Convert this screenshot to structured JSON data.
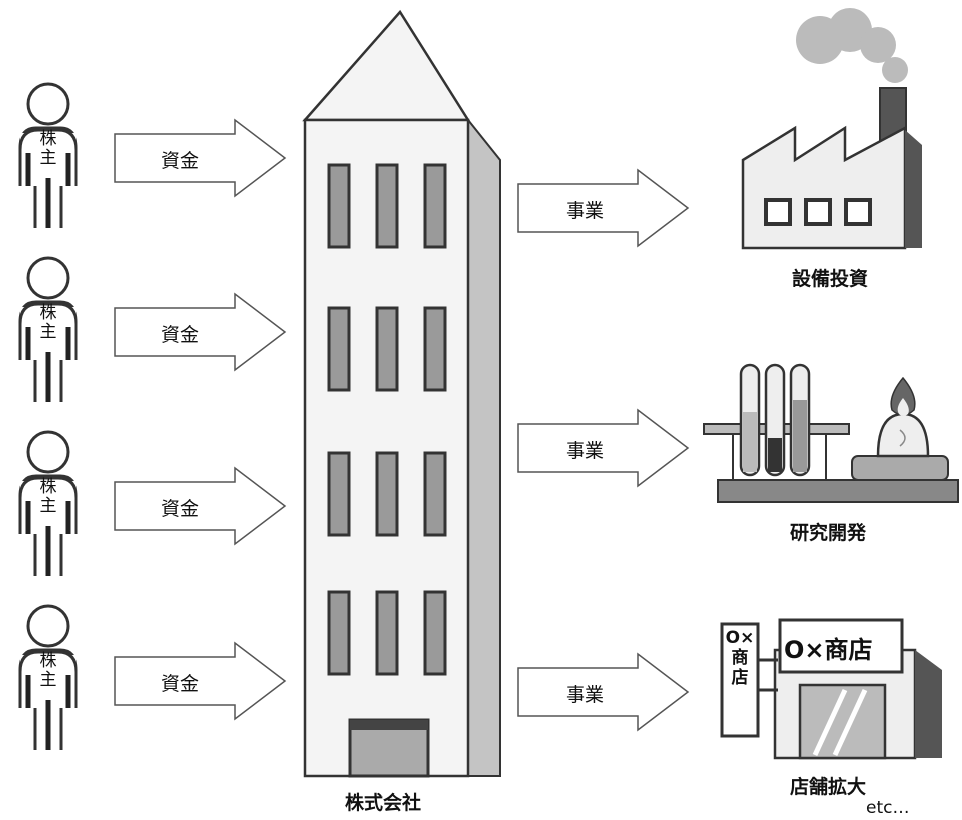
{
  "shareholders": [
    {
      "label": "株主",
      "arrow_label": "資金"
    },
    {
      "label": "株主",
      "arrow_label": "資金"
    },
    {
      "label": "株主",
      "arrow_label": "資金"
    },
    {
      "label": "株主",
      "arrow_label": "資金"
    }
  ],
  "company": {
    "label": "株式会社"
  },
  "businesses": [
    {
      "arrow_label": "事業",
      "caption": "設備投資",
      "icon": "factory-icon"
    },
    {
      "arrow_label": "事業",
      "caption": "研究開発",
      "icon": "laboratory-icon"
    },
    {
      "arrow_label": "事業",
      "caption": "店舗拡大",
      "icon": "store-icon"
    }
  ],
  "store_sign": {
    "vertical": "O×商店",
    "horizontal": "O×商店"
  },
  "etc_label": "etc…"
}
